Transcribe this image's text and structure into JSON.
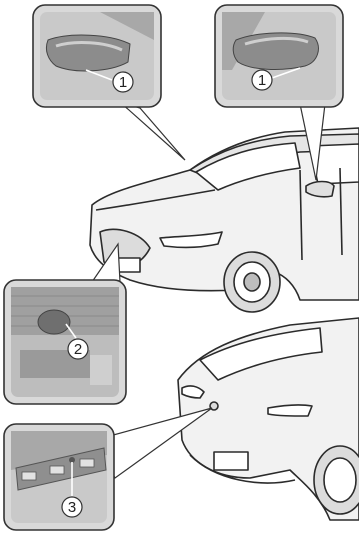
{
  "callouts": {
    "front_left_camera": "1",
    "front_right_camera": "1",
    "front_grille_camera": "2",
    "rear_camera": "3"
  },
  "colors": {
    "panel_fill": "#d9d9d9",
    "panel_stroke": "#333333",
    "car_fill": "#f2f2f2",
    "car_stroke": "#2b2b2b",
    "inset_dark": "#7a7a7a",
    "inset_mid": "#a8a8a8",
    "inset_light": "#c9c9c9"
  }
}
